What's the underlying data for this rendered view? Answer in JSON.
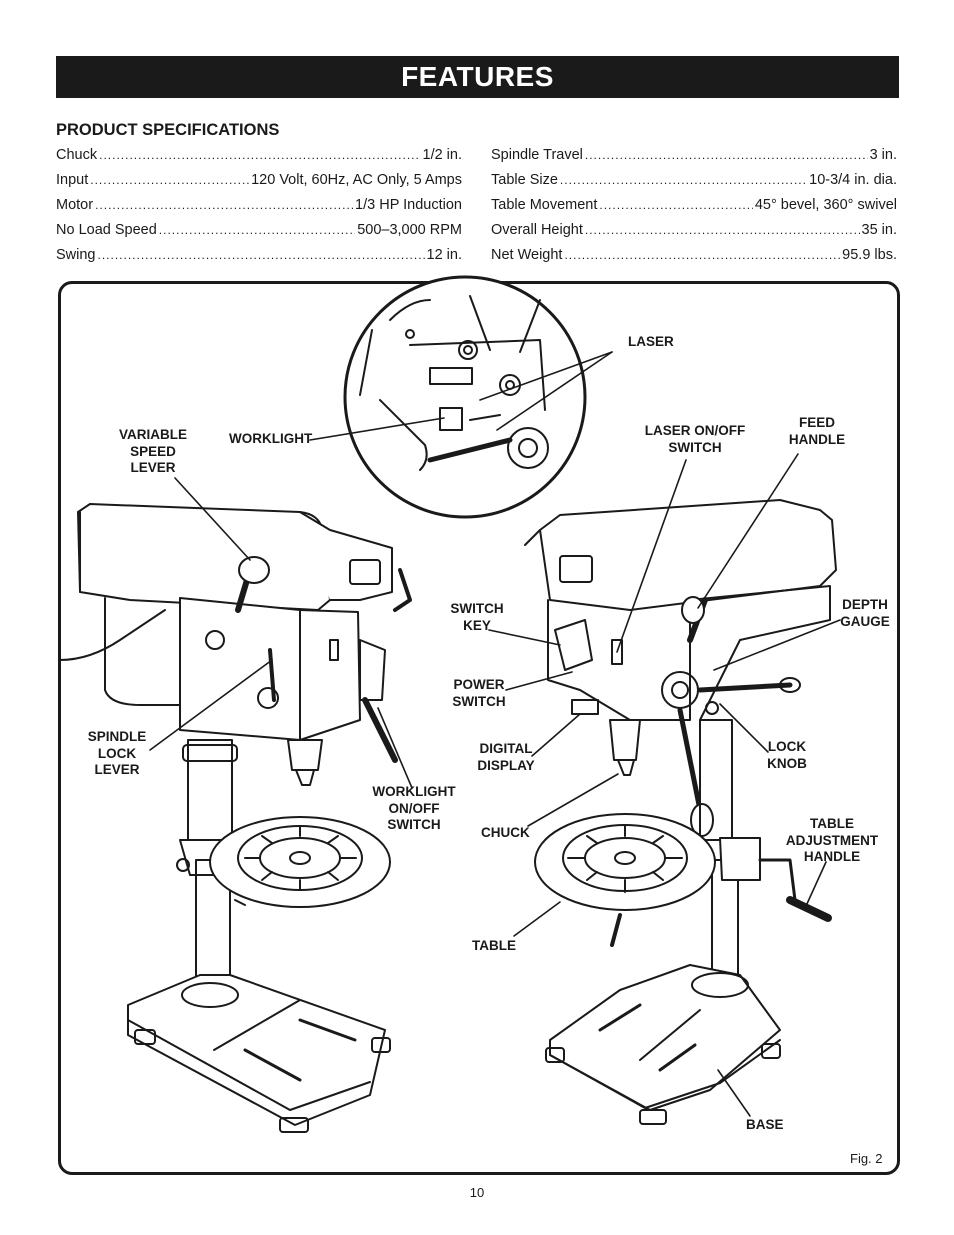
{
  "header": {
    "title": "FEATURES"
  },
  "specs": {
    "heading": "PRODUCT SPECIFICATIONS",
    "left": [
      {
        "label": "Chuck",
        "value": "1/2 in."
      },
      {
        "label": "Input",
        "value": "120 Volt, 60Hz, AC Only, 5 Amps"
      },
      {
        "label": "Motor",
        "value": "1/3 HP Induction"
      },
      {
        "label": "No Load Speed",
        "value": "500–3,000 RPM"
      },
      {
        "label": "Swing",
        "value": "12 in."
      }
    ],
    "right": [
      {
        "label": "Spindle Travel",
        "value": "3 in."
      },
      {
        "label": "Table Size",
        "value": "10-3/4 in. dia."
      },
      {
        "label": "Table Movement",
        "value": "45° bevel, 360° swivel"
      },
      {
        "label": "Overall Height",
        "value": "35 in."
      },
      {
        "label": "Net Weight",
        "value": "95.9 lbs."
      }
    ]
  },
  "figure": {
    "callouts": {
      "laser": "LASER",
      "variable_speed_lever": "VARIABLE\nSPEED\nLEVER",
      "worklight": "WORKLIGHT",
      "laser_switch": "LASER ON/OFF\nSWITCH",
      "feed_handle": "FEED\nHANDLE",
      "switch_key": "SWITCH\nKEY",
      "depth_gauge": "DEPTH\nGAUGE",
      "power_switch": "POWER\nSWITCH",
      "spindle_lock_lever": "SPINDLE\nLOCK\nLEVER",
      "digital_display": "DIGITAL\nDISPLAY",
      "lock_knob": "LOCK\nKNOB",
      "worklight_switch": "WORKLIGHT\nON/OFF\nSWITCH",
      "table_adjustment_handle": "TABLE\nADJUSTMENT\nHANDLE",
      "chuck": "CHUCK",
      "table": "TABLE",
      "base": "BASE"
    },
    "fig_label": "Fig. 2"
  },
  "footer": {
    "page_number": "10"
  }
}
